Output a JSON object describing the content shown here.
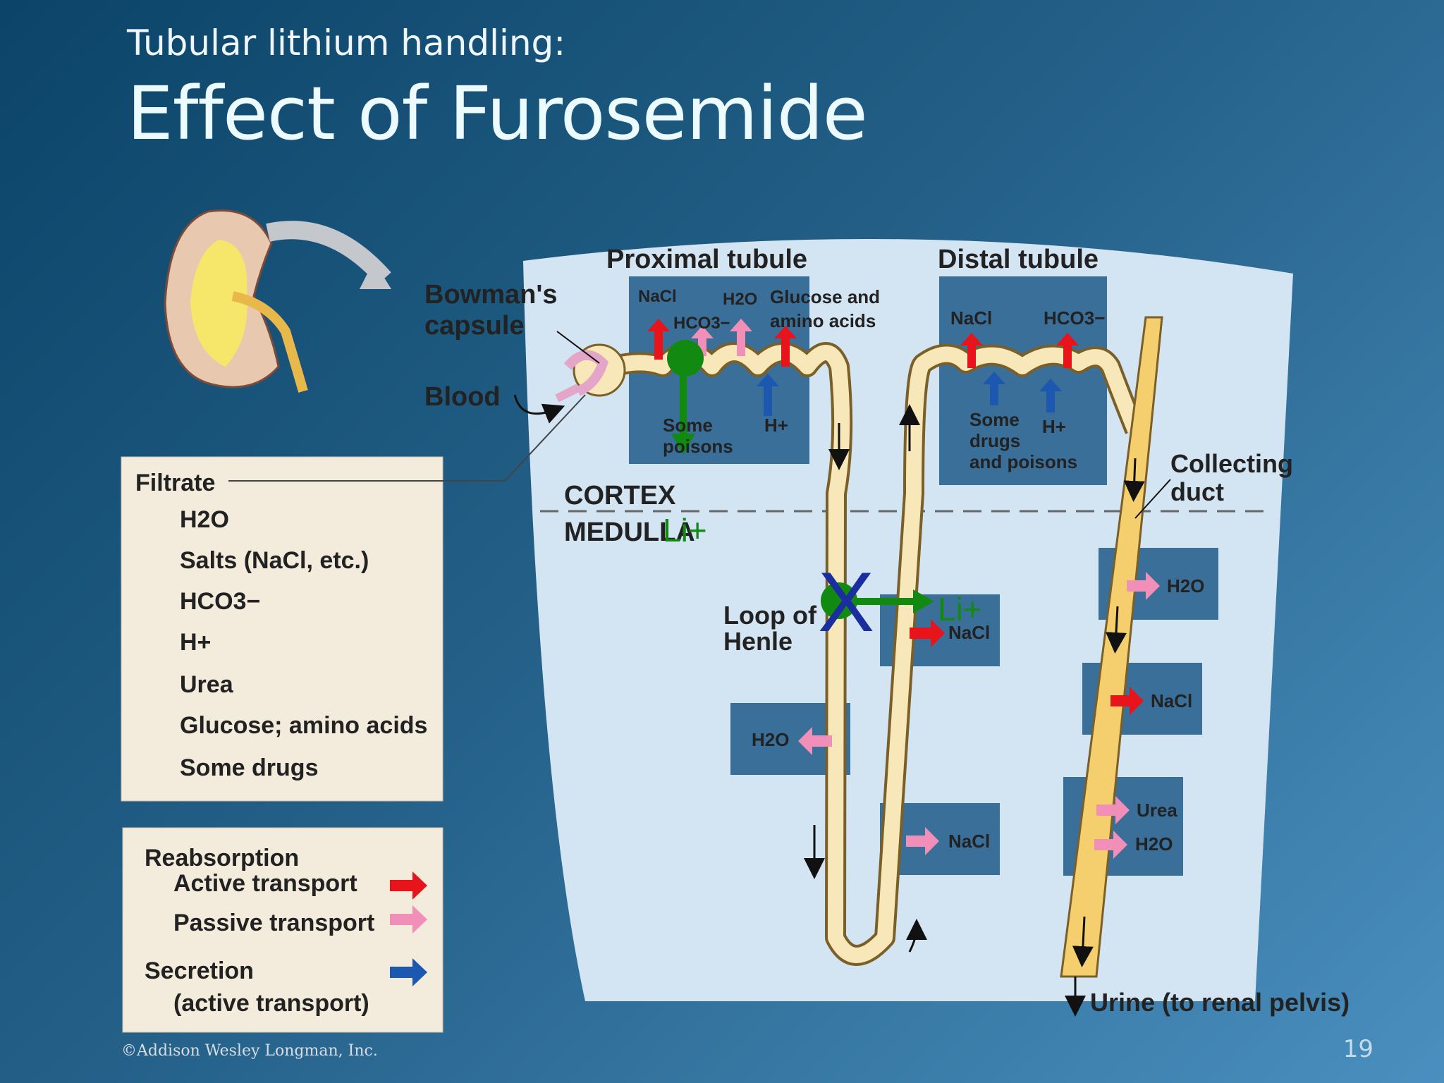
{
  "slide": {
    "subtitle": "Tubular lithium handling:",
    "title": "Effect of Furosemide",
    "page_number": "19",
    "copyright": "©Addison Wesley Longman, Inc."
  },
  "diagram": {
    "labels": {
      "proximal_tubule": "Proximal tubule",
      "distal_tubule": "Distal tubule",
      "bowmans_capsule_line1": "Bowman's",
      "bowmans_capsule_line2": "capsule",
      "blood": "Blood",
      "cortex": "CORTEX",
      "medulla": "MEDULLA",
      "loop_of_henle_line1": "Loop of",
      "loop_of_henle_line2": "Henle",
      "collecting_duct_line1": "Collecting",
      "collecting_duct_line2": "duct",
      "urine": "Urine (to renal pelvis)"
    },
    "proximal_box": {
      "nacl": "NaCl",
      "h2o": "H2O",
      "hco3": "HCO3−",
      "glucose_line1": "Glucose and",
      "glucose_line2": "amino acids",
      "some_poisons_line1": "Some",
      "some_poisons_line2": "poisons",
      "h_plus": "H+"
    },
    "distal_box": {
      "nacl": "NaCl",
      "hco3": "HCO3−",
      "drugs_line1": "Some",
      "drugs_line2": "drugs",
      "drugs_line3": "and poisons",
      "h_plus": "H+"
    },
    "loop_boxes": {
      "ascending_nacl_upper": "NaCl",
      "descending_h2o": "H2O",
      "ascending_nacl_lower": "NaCl"
    },
    "collecting_boxes": {
      "h2o_top": "H2O",
      "nacl": "NaCl",
      "urea": "Urea",
      "h2o_bottom": "H2O"
    },
    "filtrate": {
      "heading": "Filtrate",
      "items": [
        "H2O",
        "Salts (NaCl, etc.)",
        "HCO3−",
        "H+",
        "Urea",
        "Glucose; amino acids",
        "Some drugs"
      ]
    },
    "legend": {
      "reabsorption": "Reabsorption",
      "active": "Active transport",
      "passive": "Passive transport",
      "secretion": "Secretion",
      "secretion_sub": "(active transport)",
      "colors": {
        "active": "#e8141c",
        "passive": "#f28fb8",
        "secretion": "#1c57b0"
      }
    },
    "overlay": {
      "li_proximal": "Li+",
      "li_loop": "Li+",
      "block_mark": "X",
      "colors": {
        "lithium": "#128a12",
        "block": "#1a2ea0"
      }
    }
  }
}
